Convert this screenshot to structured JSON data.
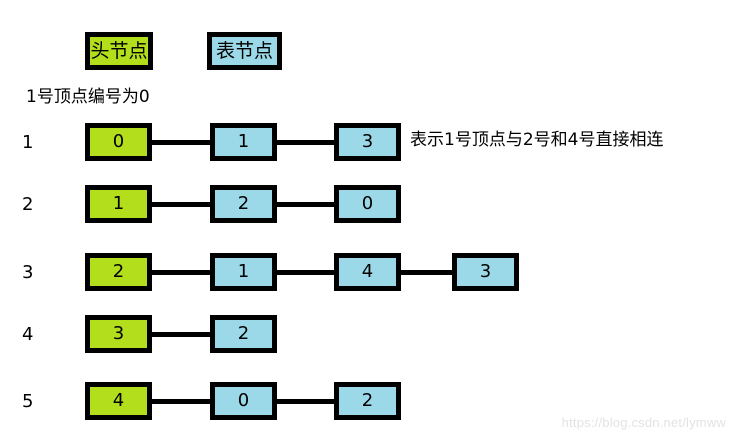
{
  "colors": {
    "head_node_fill": "#b3de1c",
    "entry_node_fill": "#9cd9e8",
    "border": "#000000",
    "background": "#ffffff",
    "watermark_text": "#e3e3e3"
  },
  "legend": {
    "head_label": "头节点",
    "table_label": "表节点"
  },
  "caption": "1号顶点编号为0",
  "annotation": "表示1号顶点与2号和4号直接相连",
  "watermark": "https://blog.csdn.net/lymww",
  "rows": [
    {
      "label": "1",
      "head": "0",
      "entries": [
        "1",
        "3"
      ]
    },
    {
      "label": "2",
      "head": "1",
      "entries": [
        "2",
        "0"
      ]
    },
    {
      "label": "3",
      "head": "2",
      "entries": [
        "1",
        "4",
        "3"
      ]
    },
    {
      "label": "4",
      "head": "3",
      "entries": [
        "2"
      ]
    },
    {
      "label": "5",
      "head": "4",
      "entries": [
        "0",
        "2"
      ]
    }
  ]
}
